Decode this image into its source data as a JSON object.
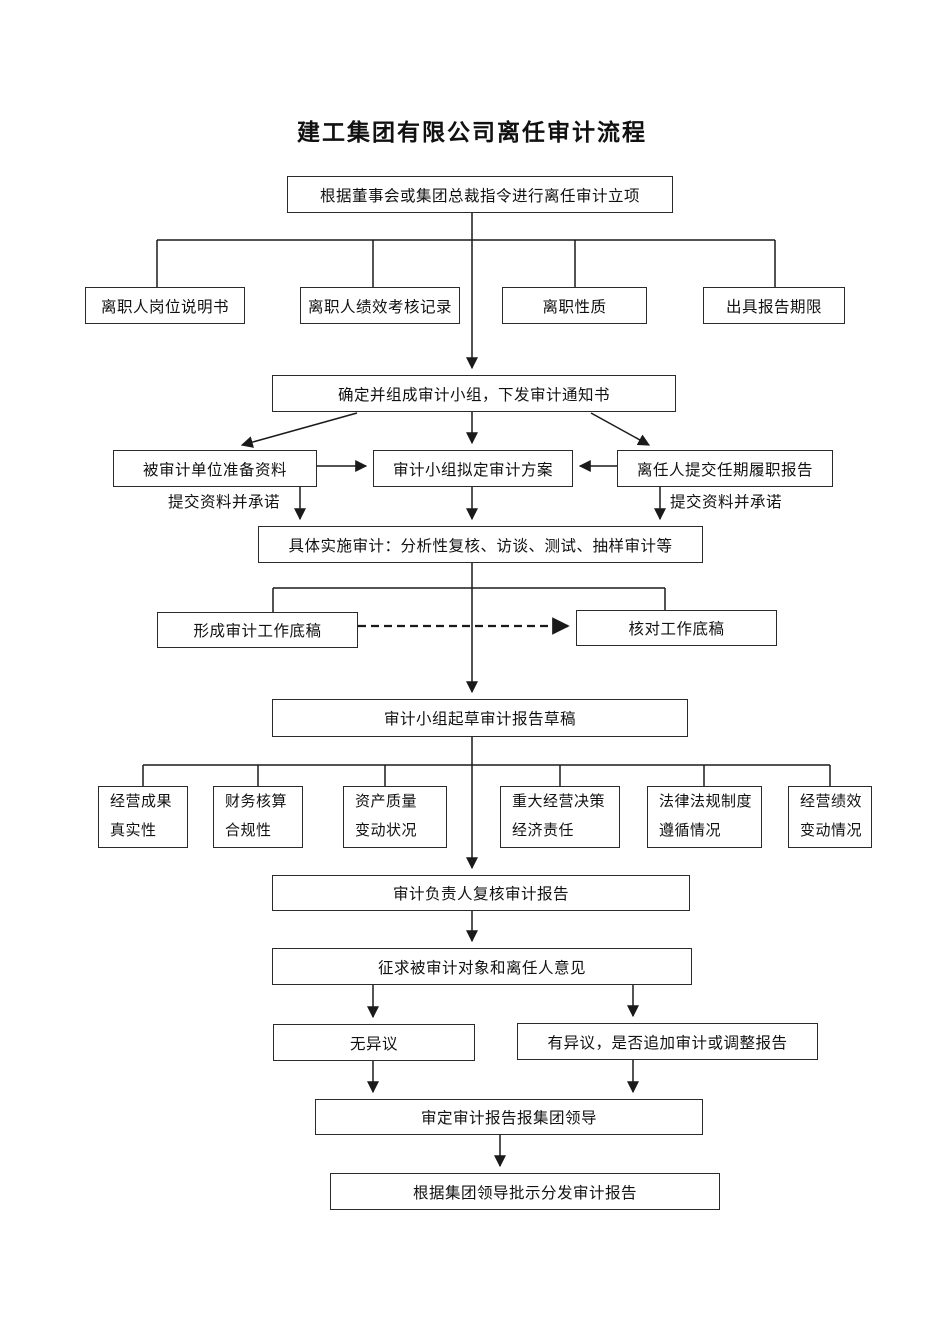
{
  "title": "建工集团有限公司离任审计流程",
  "nodes": {
    "initiate": "根据董事会或集团总裁指令进行离任审计立项",
    "job_description": "离职人岗位说明书",
    "performance_record": "离职人绩效考核记录",
    "departure_nature": "离职性质",
    "report_deadline": "出具报告期限",
    "form_team": "确定并组成审计小组，下发审计通知书",
    "auditee_prepare": "被审计单位准备资料",
    "draft_plan": "审计小组拟定审计方案",
    "leaver_report": "离任人提交任期履职报告",
    "submit_promise_left": "提交资料并承诺",
    "submit_promise_right": "提交资料并承诺",
    "implement": "具体实施审计：分析性复核、访谈、测试、抽样审计等",
    "form_papers": "形成审计工作底稿",
    "check_papers": "核对工作底稿",
    "draft_report": "审计小组起草审计报告草稿",
    "review_report": "审计负责人复核审计报告",
    "solicit_opinions": "征求被审计对象和离任人意见",
    "no_objection": "无异议",
    "objection": "有异议，是否追加审计或调整报告",
    "finalize_report": "审定审计报告报集团领导",
    "distribute_report": "根据集团领导批示分发审计报告"
  },
  "aspects": [
    {
      "line1": "经营成果",
      "line2": "真实性"
    },
    {
      "line1": "财务核算",
      "line2": "合规性"
    },
    {
      "line1": "资产质量",
      "line2": "变动状况"
    },
    {
      "line1": "重大经营决策",
      "line2": "经济责任"
    },
    {
      "line1": "法律法规制度",
      "line2": "遵循情况"
    },
    {
      "line1": "经营绩效",
      "line2": "变动情况"
    }
  ],
  "colors": {
    "line": "#1a1a1a",
    "box_border": "#2b2b2b",
    "background": "#ffffff",
    "text": "#111111"
  }
}
